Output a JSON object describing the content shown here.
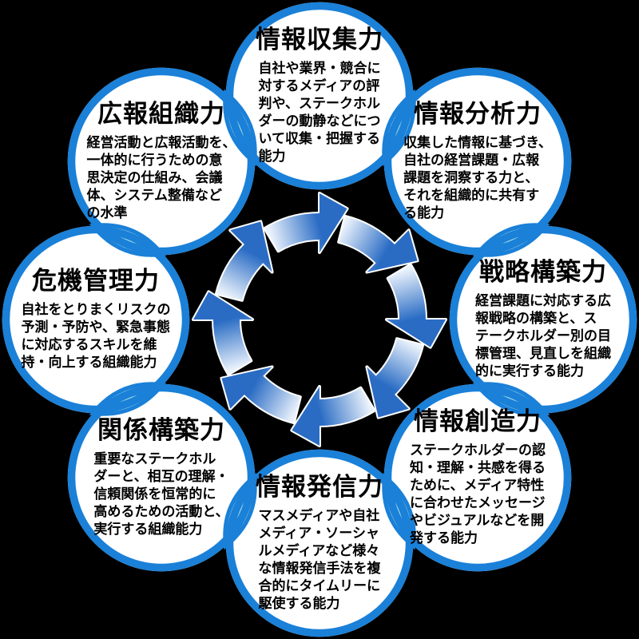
{
  "diagram": {
    "colors": {
      "background": "#000000",
      "circle_fill": "#ffffff",
      "circle_border": "#1a80d8",
      "leaf_fill": "#a2dce4",
      "leaf_border": "#1a80d8",
      "arrow_tail": "#eaf2fc",
      "arrow_head": "#2a6cc4",
      "arrow_outline": "#ffffff",
      "text": "#000000"
    },
    "flow_direction": "clockwise",
    "nodes": [
      {
        "title": "情報収集力",
        "body": "自社や業界・競合に\n対するメディアの評\n判や、ステークホル\nダーの動静などにつ\nいて収集・把握する\n能力"
      },
      {
        "title": "情報分析力",
        "body": "収集した情報に基づき、\n自社の経営課題・広報\n課題を洞察する力と、\nそれを組織的に共有す\nる能力"
      },
      {
        "title": "戦略構築力",
        "body": "経営課題に対応する広\n報戦略の構築と、ス\nテークホルダー別の目\n標管理、見直しを組織\n的に実行する能力"
      },
      {
        "title": "情報創造力",
        "body": "ステークホルダーの認\n知・理解・共感を得る\nために、メディア特性\nに合わせたメッセージ\nやビジュアルなどを開\n発する能力"
      },
      {
        "title": "情報発信力",
        "body": "マスメディアや自社\nメディア・ソーシャ\nルメディアなど様々\nな情報発信手法を複\n合的にタイムリーに\n駆使する能力"
      },
      {
        "title": "関係構築力",
        "body": "重要なステークホル\nダーと、相互の理解・\n信頼関係を恒常的に\n高めるための活動と、\n実行する組織能力"
      },
      {
        "title": "危機管理力",
        "body": "自社をとりまくリスクの\n予測・予防や、緊急事態\nに対応するスキルを維\n持・向上する組織能力"
      },
      {
        "title": "広報組織力",
        "body": "経営活動と広報活動を、\n一体的に行うための意\n思決定の仕組み、会議\n体、システム整備など\nの水準"
      }
    ]
  }
}
